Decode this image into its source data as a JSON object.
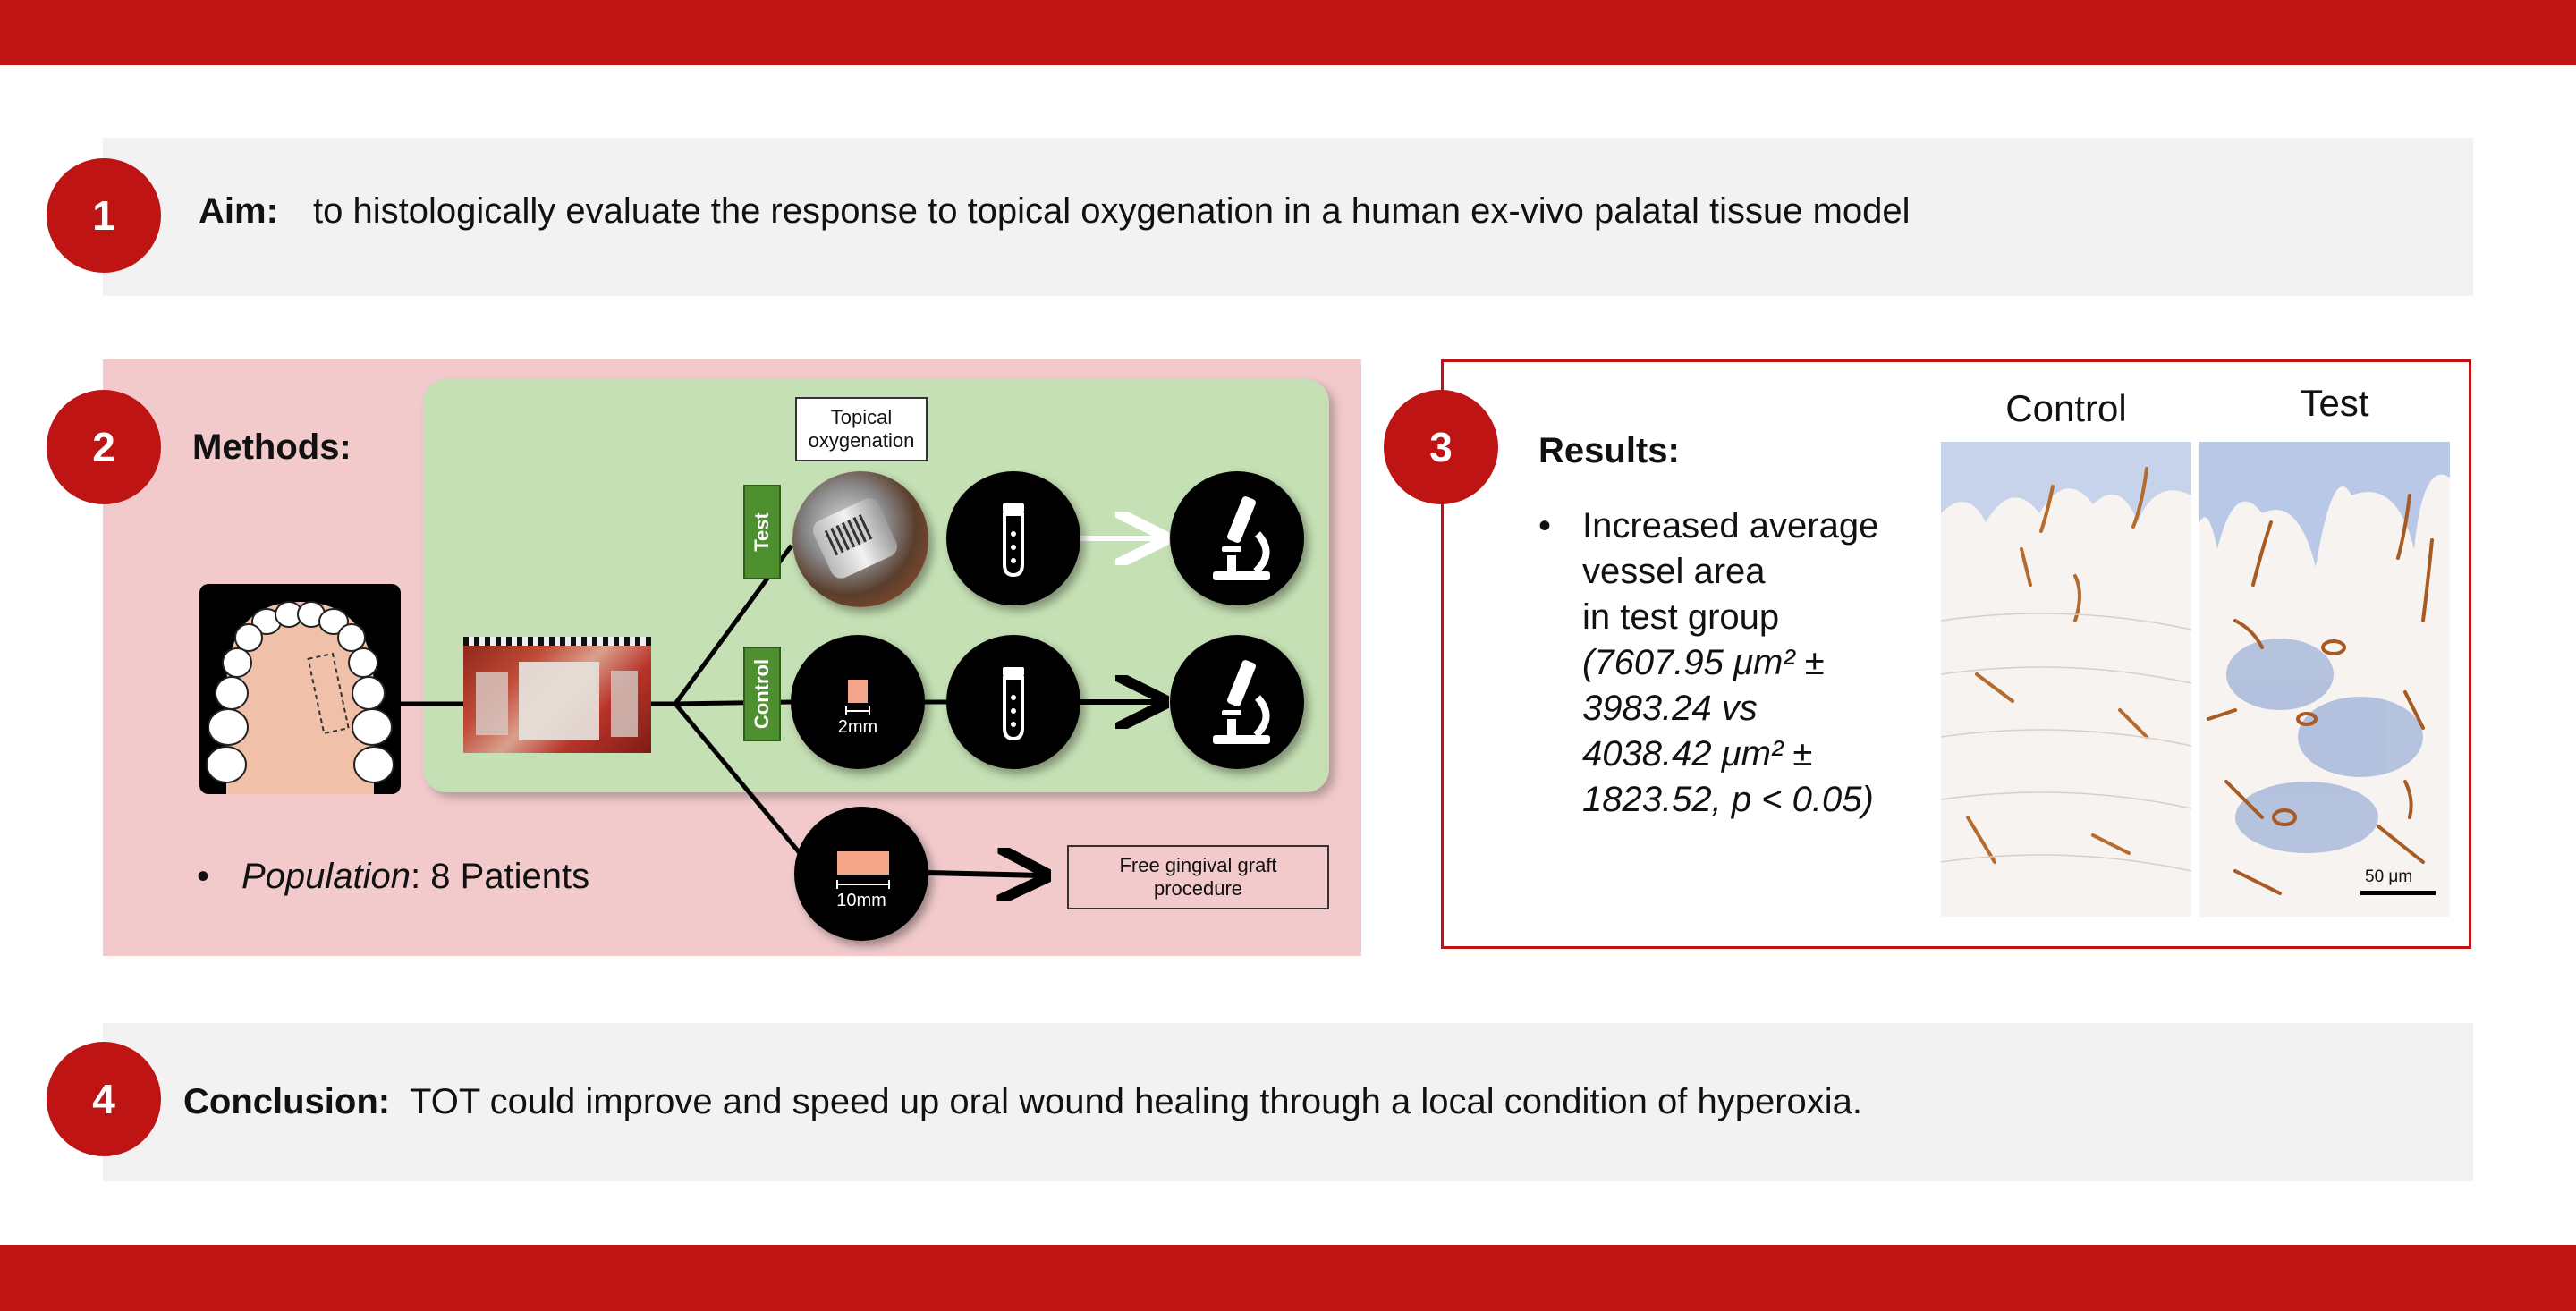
{
  "section1": {
    "number": "1",
    "label": "Aim:",
    "text": "to histologically evaluate the response to topical oxygenation in a human ex-vivo palatal tissue model"
  },
  "section2": {
    "number": "2",
    "label": "Methods:",
    "topical_label_line1": "Topical",
    "topical_label_line2": "oxygenation",
    "test_label": "Test",
    "control_label": "Control",
    "sample_small_size": "2mm",
    "sample_large_size": "10mm",
    "graft_label_line1": "Free gingival graft",
    "graft_label_line2": "procedure",
    "population_bullet": "•",
    "population_label": "Population",
    "population_value": ": 8 Patients"
  },
  "section3": {
    "number": "3",
    "label": "Results:",
    "bullet": "•",
    "lines": [
      "Increased average",
      "vessel area",
      "in test group"
    ],
    "stat_lines": [
      "(7607.95 μm² ± ",
      "3983.24 vs",
      "4038.42 μm² ± ",
      "1823.52, p < 0.05)"
    ],
    "control_title": "Control",
    "test_title": "Test",
    "scale_bar_label": "50 μm"
  },
  "section4": {
    "number": "4",
    "label": "Conclusion:",
    "text": "TOT could improve and speed up oral wound healing through a local condition of hyperoxia."
  },
  "colors": {
    "brand_red": "#be1414",
    "methods_pink": "#f2cacc",
    "protocol_green": "#c5e0b4",
    "panel_grey": "#f2f2f2"
  }
}
